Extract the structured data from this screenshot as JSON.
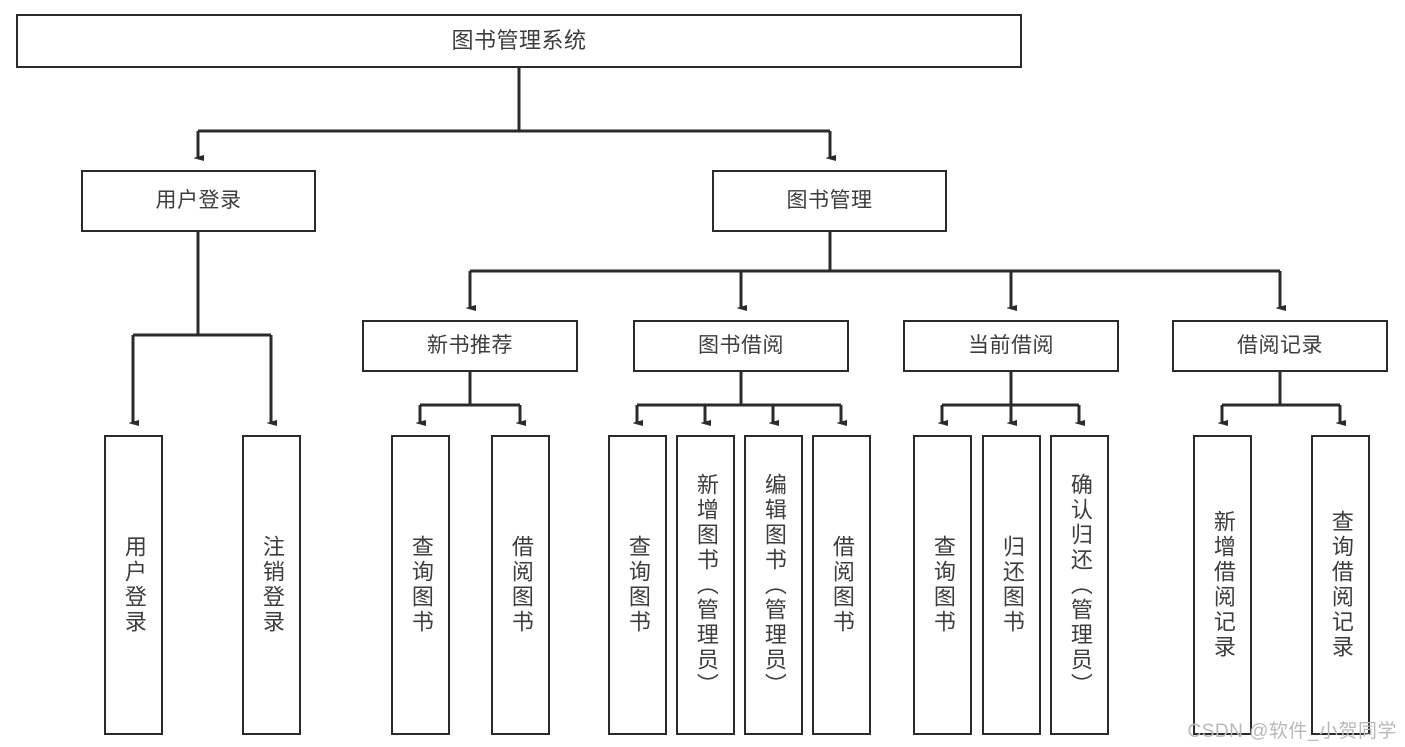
{
  "diagram": {
    "title": "图书管理系统",
    "type": "功能结构图",
    "root": {
      "id": "root",
      "label": "图书管理系统"
    },
    "level2": [
      {
        "id": "user-login",
        "label": "用户登录"
      },
      {
        "id": "book-manage",
        "label": "图书管理"
      }
    ],
    "level3": [
      {
        "id": "new-book-recommend",
        "label": "新书推荐",
        "parent": "book-manage"
      },
      {
        "id": "book-borrow",
        "label": "图书借阅",
        "parent": "book-manage"
      },
      {
        "id": "current-borrow",
        "label": "当前借阅",
        "parent": "book-manage"
      },
      {
        "id": "borrow-record",
        "label": "借阅记录",
        "parent": "book-manage"
      }
    ],
    "leaves": [
      {
        "id": "leaf-user-login",
        "label": "用户登录",
        "parent": "user-login"
      },
      {
        "id": "leaf-user-logout",
        "label": "注销登录",
        "parent": "user-login"
      },
      {
        "id": "leaf-query-book-1",
        "label": "查询图书",
        "parent": "new-book-recommend"
      },
      {
        "id": "leaf-borrow-book-1",
        "label": "借阅图书",
        "parent": "new-book-recommend"
      },
      {
        "id": "leaf-query-book-2",
        "label": "查询图书",
        "parent": "book-borrow"
      },
      {
        "id": "leaf-add-book",
        "label": "新增图书（管理员）",
        "parent": "book-borrow"
      },
      {
        "id": "leaf-edit-book",
        "label": "编辑图书（管理员）",
        "parent": "book-borrow"
      },
      {
        "id": "leaf-borrow-book-2",
        "label": "借阅图书",
        "parent": "book-borrow"
      },
      {
        "id": "leaf-query-book-3",
        "label": "查询图书",
        "parent": "current-borrow"
      },
      {
        "id": "leaf-return-book",
        "label": "归还图书",
        "parent": "current-borrow"
      },
      {
        "id": "leaf-confirm-return",
        "label": "确认归还（管理员）",
        "parent": "current-borrow"
      },
      {
        "id": "leaf-add-record",
        "label": "新增借阅记录",
        "parent": "borrow-record"
      },
      {
        "id": "leaf-query-record",
        "label": "查询借阅记录",
        "parent": "borrow-record"
      }
    ]
  },
  "watermark": {
    "text": "CSDN @软件_小贺同学"
  },
  "colors": {
    "border": "#2b2b2b",
    "text": "#3d3d3d",
    "background": "#ffffff",
    "connector": "#2b2b2b",
    "watermark": "#b9b9b9"
  }
}
